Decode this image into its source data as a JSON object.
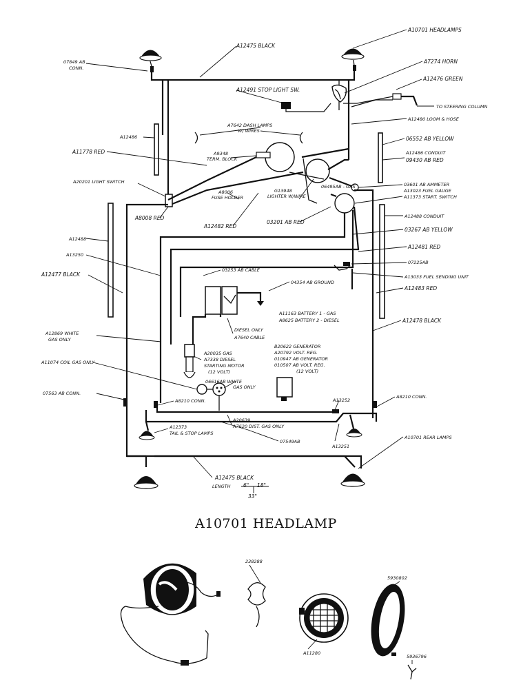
{
  "title": "A10701 HEADLAMP",
  "labels": {
    "a10701_headlamps": "A10701  HEADLAMPS",
    "a12475_black_top": "A12475  BLACK",
    "a7274_horn": "A7274  HORN",
    "a12476_green": "A12476  GREEN",
    "conn_07849_l1": "07849 AB",
    "conn_07849_l2": "CONN.",
    "a12491_stop_light": "A12491  STOP LIGHT SW.",
    "to_steering": "TO  STEERING  COLUMN",
    "a12480_loom": "A12480  LOOM  & HOSE",
    "a7642_dash_l1": "A7642  DASH  LAMPS",
    "a7642_dash_l2": "W/ WIRES",
    "a12486_left": "A12486",
    "a12486_conduit": "A12486  CONDUIT",
    "a11778_red": "A11778  RED",
    "a9348_l1": "A9348",
    "a9348_l2": "TERM. BLOCK",
    "s06552_yellow": "06552 AB  YELLOW",
    "s09430_red": "09430 AB  RED",
    "a20201_switch": "A20201  LIGHT SWITCH",
    "a8006_l1": "A8006",
    "a8006_l2": "FUSE HOLDER",
    "g13948_l1": "G13948",
    "g13948_l2": "LIGHTER W/WIRE",
    "s03601_ammeter": "03601 AB  AMMETER",
    "a13023_fuel": "A13023  FUEL  GAUGE",
    "a11373_start": "A11373  START.  SWITCH",
    "s06495_gas": "06495AB  - GAS",
    "a8008_red": "A8008  RED",
    "a12482_red": "A12482  RED",
    "s03201_red": "03201 AB  RED",
    "a12488_conduit": "A12488  CONDUIT",
    "s03267_yellow": "03267 AB  YELLOW",
    "a12488_left": "A12488",
    "a12481_red": "A12481  RED",
    "a13250": "A13250",
    "s07225": "07225AB",
    "s03253_cable": "03253 AB  CABLE",
    "a13033_fuel_send": "A13033  FUEL  SENDING  UNIT",
    "a12477_black": "A12477  BLACK",
    "a12483_red": "A12483  RED",
    "s04354_ground": "04354 AB  GROUND",
    "a11163_battery": "A11163  BATTERY 1 - GAS",
    "a8625_battery": "A8625  BATTERY 2 - DIESEL",
    "a12478_black": "A12478  BLACK",
    "diesel_only": "DIESEL  ONLY",
    "a7640_cable": "A7640  CABLE",
    "a12869_l1": "A12869  WHITE",
    "a12869_l2": "GAS  ONLY",
    "b20622_gen": "B20622  GENERATOR",
    "a20792_volt": "A20792  VOLT. REG.",
    "s010947_gen": "010947 AB  GENERATOR",
    "s010507_volt": "010507 AB  VOLT. REG.",
    "v12_a": "(12 VOLT)",
    "a20035_l1": "A20035  GAS",
    "a7338_l2": "A7338  DIESEL",
    "starting_motor": "STARTING MOTOR",
    "v12_b": "(12 VOLT)",
    "a11074_coil": "A11074  COIL  GAS  ONLY",
    "s06616_l1": "06616AB  WHITE",
    "s06616_l2": "GAS  ONLY",
    "s07563_conn": "07563 AB  CONN.",
    "a8210_conn_l": "A8210  CONN.",
    "a8210_conn_r": "A8210  CONN.",
    "a13252": "A13252",
    "a20639": "A20639",
    "a7620_dist": "A7620  DIST. GAS  ONLY",
    "a12373_l1": "A12373",
    "a12373_l2": "TAIL & STOP LAMPS",
    "s07549": "07549AB",
    "a13251": "A13251",
    "a10701_rear": "A10701  REAR LAMPS",
    "a12475_bottom": "A12475  BLACK",
    "length_lbl": "LENGTH",
    "len_6": "6\"",
    "len_18": "18\"",
    "len_33": "33\"",
    "part_238288": "238288",
    "part_5930802": "5930802",
    "part_a11280": "A11280",
    "part_5936796": "5936796"
  }
}
